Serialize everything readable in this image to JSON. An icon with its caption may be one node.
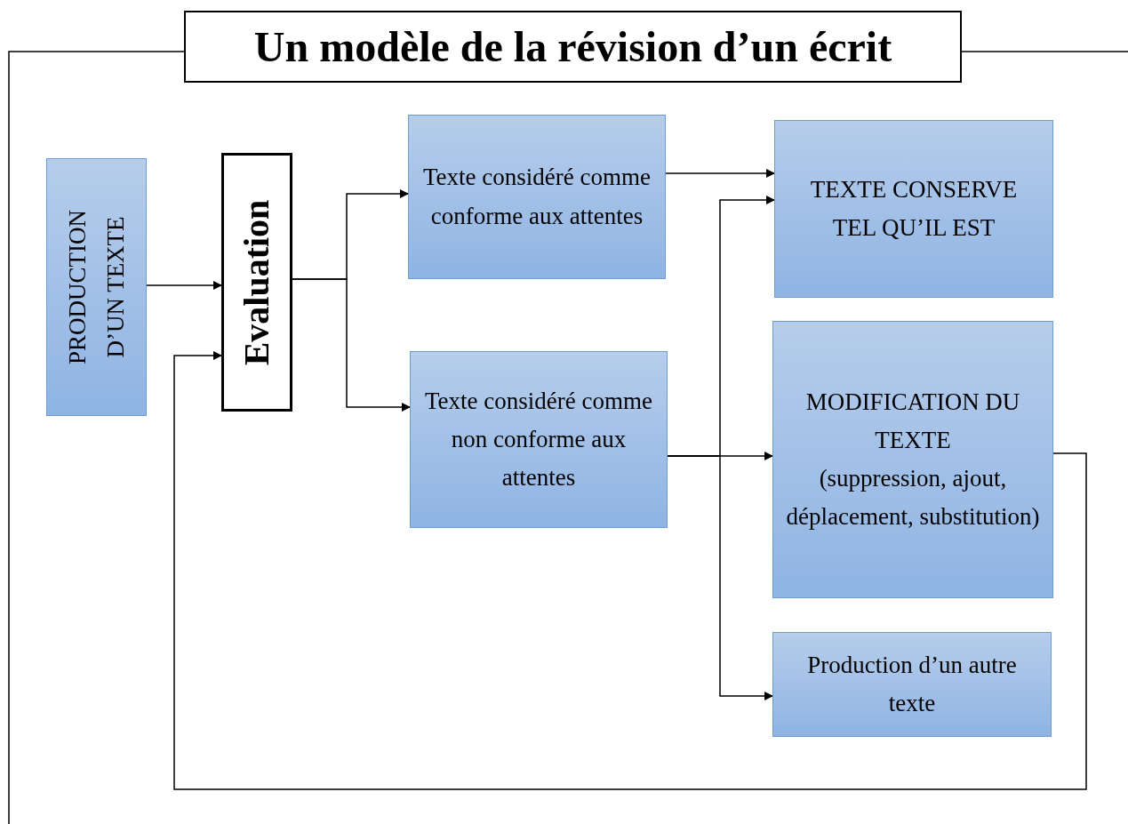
{
  "diagram": {
    "title": "Un modèle de la révision d’un écrit",
    "nodes": [
      {
        "text": [
          "PRODUCTION D’UN TEXTE"
        ]
      },
      {
        "text": [
          "Evaluation"
        ]
      },
      {
        "text": [
          "Texte considéré comme conforme aux attentes"
        ]
      },
      {
        "text": [
          "Texte considéré comme non conforme aux attentes"
        ]
      },
      {
        "text": [
          "TEXTE CONSERVE TEL QU’IL EST"
        ]
      },
      {
        "text": [
          "MODIFICATION DU TEXTE",
          "(suppression, ajout, déplacement, substitution)"
        ]
      },
      {
        "text": [
          "Production d’un autre texte"
        ]
      }
    ],
    "edges": [
      {
        "from": 0,
        "to": 1,
        "arrow": "to"
      },
      {
        "from": 1,
        "to": 2,
        "arrow": "to"
      },
      {
        "from": 1,
        "to": 3,
        "arrow": "to"
      },
      {
        "from": 2,
        "to": 4,
        "arrow": "to"
      },
      {
        "from": 3,
        "to": 4,
        "arrow": "to"
      },
      {
        "from": 3,
        "to": 5,
        "arrow": "to"
      },
      {
        "from": 3,
        "to": 6,
        "arrow": "to"
      },
      {
        "from": 5,
        "to": 1,
        "arrow": "to"
      }
    ]
  }
}
